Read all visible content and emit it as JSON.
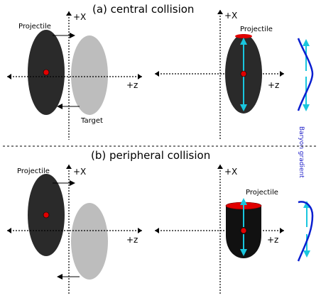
{
  "panel_a": {
    "title": "(a) central collision",
    "projectile_label": "Projectile",
    "target_label": "Target",
    "left_x_axis": "+X",
    "left_z_axis": "+z",
    "right_x_axis": "+X",
    "right_z_axis": "+z",
    "right_projectile_label": "Projectile"
  },
  "panel_b": {
    "title": "(b) peripheral collision",
    "projectile_label": "Projectile",
    "left_x_axis": "+X",
    "left_z_axis": "+z",
    "right_x_axis": "+X",
    "right_z_axis": "+z",
    "right_projectile_label": "Projectile"
  },
  "side_label": "Baryon gradient",
  "colors": {
    "projectile": "#2a2a2a",
    "target": "#bdbdbd",
    "center_dot": "#e00000",
    "cap": "#e00000",
    "cyan_arrow": "#19c6de",
    "gradient_curve": "#0a1fd0"
  }
}
